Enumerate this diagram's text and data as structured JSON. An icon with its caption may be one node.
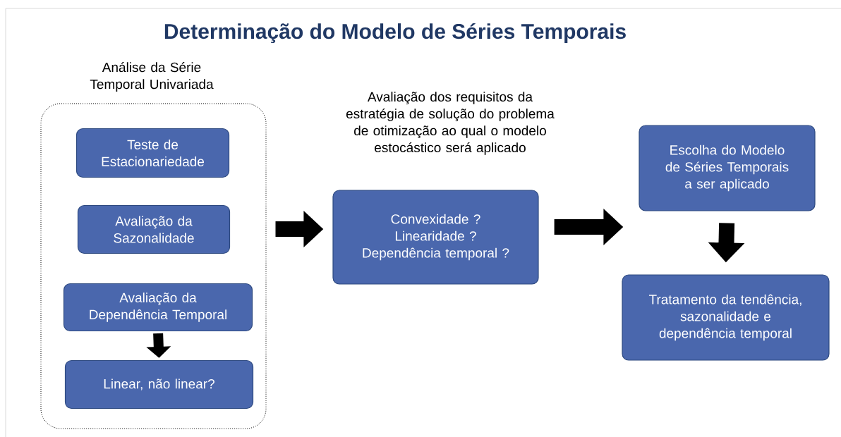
{
  "diagram": {
    "title": "Determinação do Modelo de Séries Temporais",
    "nodes": [
      {
        "text": [
          "Análise da Série Temporal Univariada"
        ]
      },
      {
        "text": [
          "Teste de Estacionariedade"
        ],
        "in": 0
      },
      {
        "text": [
          "Avaliação da Sazonalidade"
        ],
        "in": 0
      },
      {
        "text": [
          "Avaliação da Dependência Temporal"
        ],
        "in": 0
      },
      {
        "text": [
          "Linear, não linear?"
        ],
        "in": 0
      },
      {
        "text": [
          "Avaliação dos requisitos da estratégia de solução do problema de otimização ao qual o modelo estocástico será aplicado",
          "Convexidade ? Linearidade ? Dependência temporal ?"
        ]
      },
      {
        "text": [
          "Escolha do Modelo de Séries Temporais a ser aplicado"
        ]
      },
      {
        "text": [
          "Tratamento da tendência, sazonalidade e dependência temporal"
        ]
      }
    ],
    "edges": [
      {
        "from": 3,
        "to": 4,
        "arrow": "to"
      },
      {
        "from": 0,
        "to": 5,
        "arrow": "to"
      },
      {
        "from": 5,
        "to": 6,
        "arrow": "to"
      },
      {
        "from": 6,
        "to": 7,
        "arrow": "to"
      }
    ]
  }
}
